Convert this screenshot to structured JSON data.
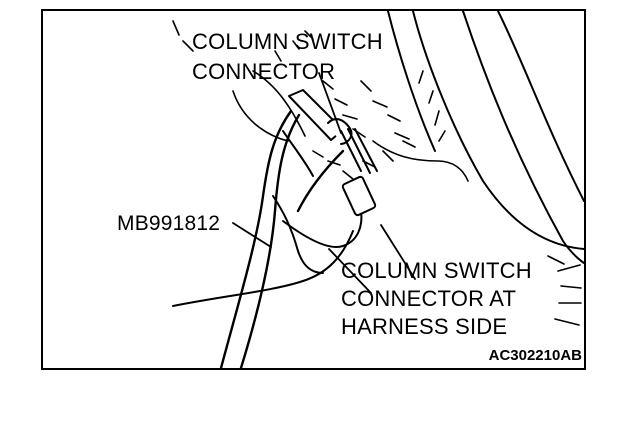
{
  "labels": {
    "column_switch_connector": [
      "COLUMN SWITCH",
      "CONNECTOR"
    ],
    "tool": "MB991812",
    "harness_side_connector": [
      "COLUMN SWITCH",
      "CONNECTOR AT",
      "HARNESS SIDE"
    ]
  },
  "figure_id": "AC302210AB",
  "colors": {
    "ink": "#000000",
    "paper": "#ffffff"
  }
}
